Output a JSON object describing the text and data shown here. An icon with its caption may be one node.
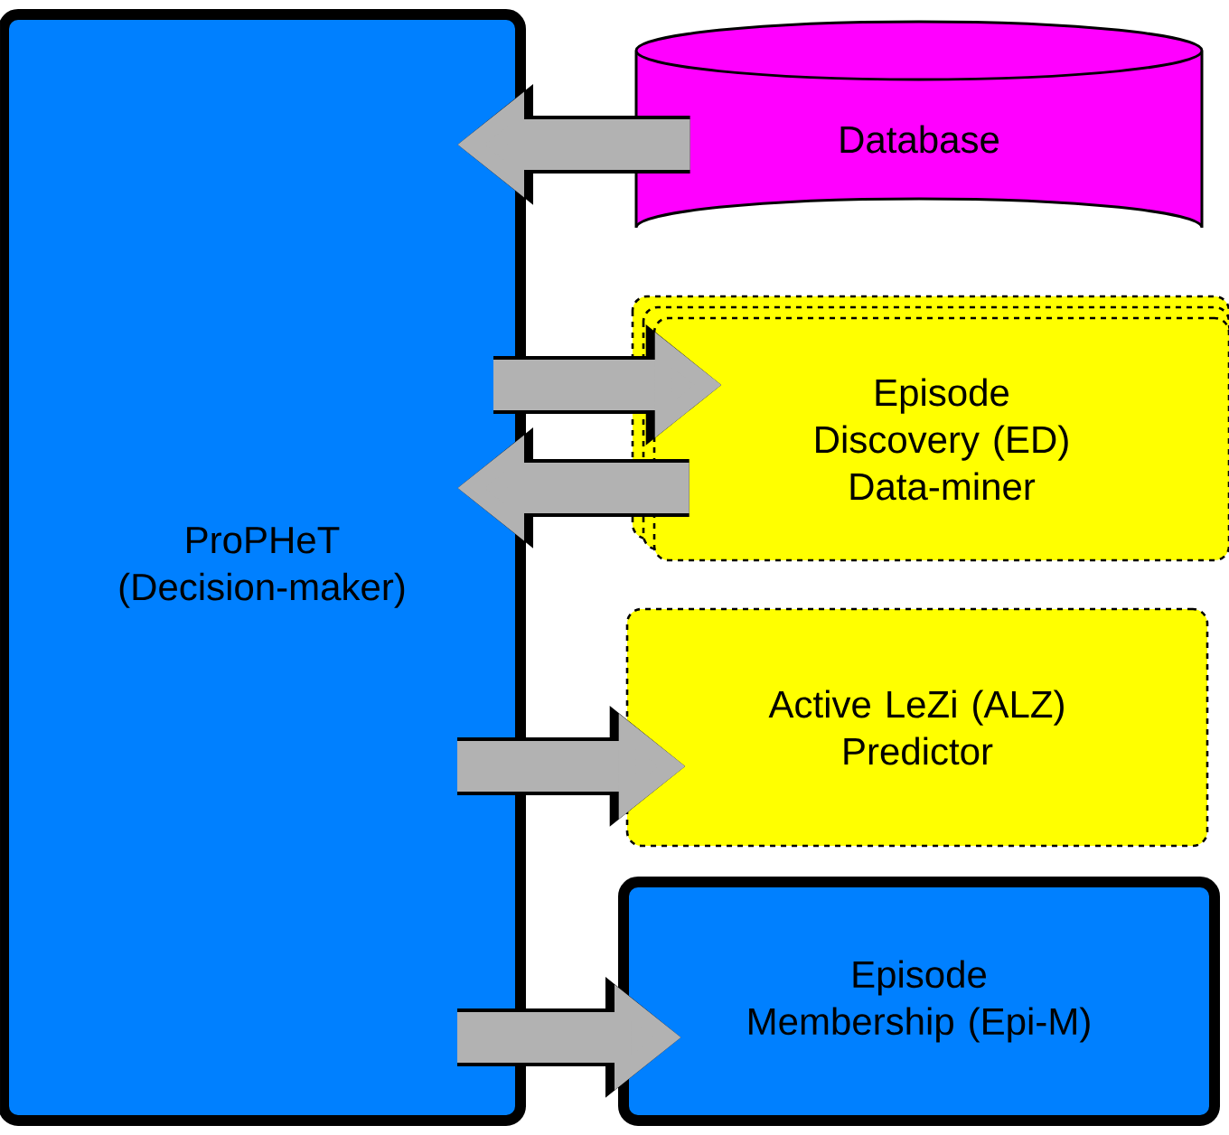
{
  "diagram": {
    "nodes": [
      {
        "text": [
          "ProPHeT (Decision-maker)"
        ]
      },
      {
        "text": [
          "Database"
        ]
      },
      {
        "text": [
          "Episode Discovery (ED)",
          "Data-miner"
        ]
      },
      {
        "text": [
          "Active LeZi (ALZ)",
          "Predictor"
        ]
      },
      {
        "text": [
          "Episode Membership (Epi-M)"
        ]
      }
    ],
    "edges": [
      {
        "from": 1,
        "to": 0,
        "arrow": "to"
      },
      {
        "from": 0,
        "to": 2,
        "arrow": "to"
      },
      {
        "from": 2,
        "to": 0,
        "arrow": "to"
      },
      {
        "from": 0,
        "to": 3,
        "arrow": "to"
      },
      {
        "from": 0,
        "to": 4,
        "arrow": "to"
      }
    ]
  }
}
